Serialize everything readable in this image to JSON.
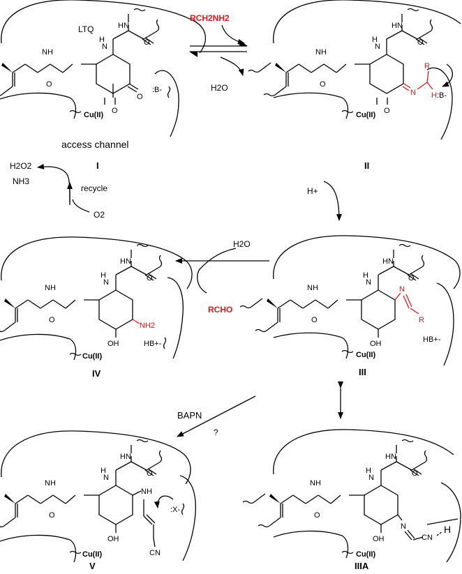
{
  "compounds": {
    "I": {
      "label": "I",
      "cofactor": "LTQ",
      "base": ":B-",
      "metal": "Cu(II)",
      "channel": "access channel"
    },
    "II": {
      "label": "II",
      "base": ":B-",
      "metal": "Cu(II)",
      "R": "R",
      "H": "H",
      "N": "N"
    },
    "III": {
      "label": "III",
      "acid": "HB+-",
      "metal": "Cu(II)",
      "R": "R",
      "N": "N"
    },
    "IV": {
      "label": "IV",
      "acid": "HB+-",
      "metal": "Cu(II)",
      "amine": "NH2"
    },
    "V": {
      "label": "V",
      "nucleophile": ":X-",
      "metal": "Cu(II)",
      "nitrile": "CN"
    },
    "IIIA": {
      "label": "IIIA",
      "metal": "Cu(II)",
      "nitrile": "CN",
      "H": "H"
    }
  },
  "common": {
    "NH": "NH",
    "HN": "HN",
    "O": "O",
    "OH": "OH"
  },
  "reagents": {
    "substrate": "RCH2NH2",
    "water": "H2O",
    "proton": "H+",
    "water2": "H2O",
    "product": "RCHO",
    "h2o2": "H2O2",
    "nh3": "NH3",
    "o2": "O2",
    "recycle": "recycle",
    "bapn": "BAPN",
    "question": "?"
  },
  "colors": {
    "highlight": "#e8141c",
    "ink": "#000000",
    "background": "#ffffff"
  }
}
